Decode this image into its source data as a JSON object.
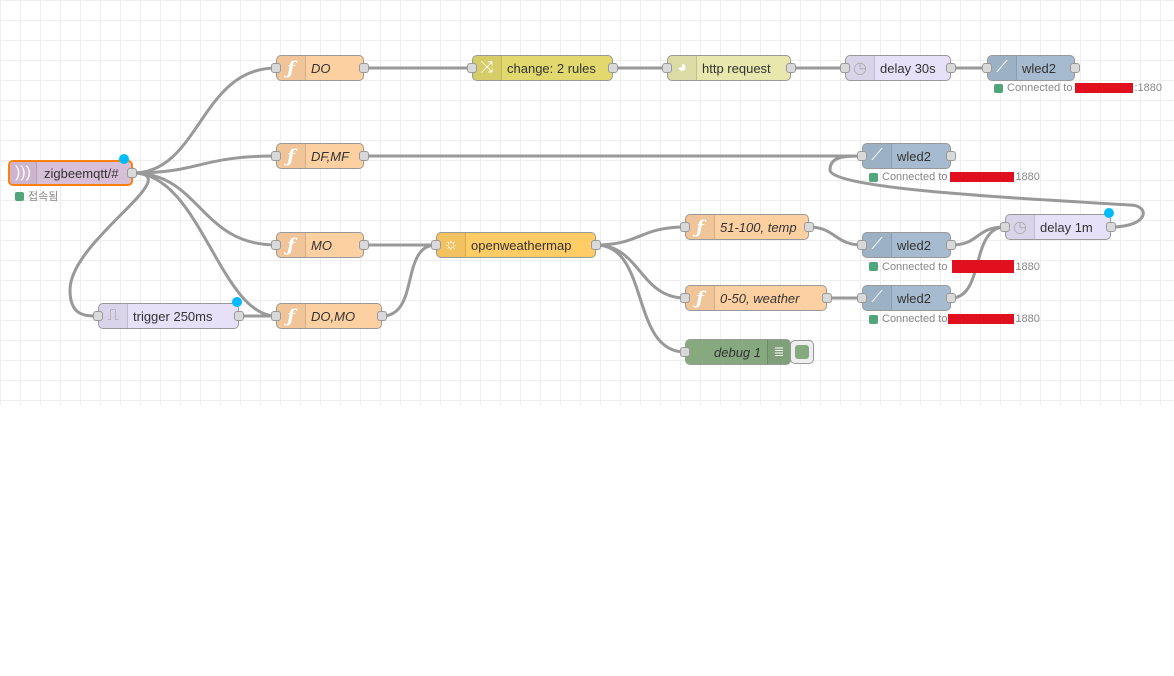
{
  "nodes": {
    "mqtt_in": {
      "label": "zigbeemqtt/#",
      "icon": "mqtt-icon",
      "color": "#d8bfd8",
      "status": "접속됨"
    },
    "fn_do": {
      "label": "DO",
      "icon": "function-icon",
      "color": "#fdd0a2"
    },
    "fn_dfmf": {
      "label": "DF,MF",
      "icon": "function-icon",
      "color": "#fdd0a2"
    },
    "fn_mo": {
      "label": "MO",
      "icon": "function-icon",
      "color": "#fdd0a2"
    },
    "fn_domo": {
      "label": "DO,MO",
      "icon": "function-icon",
      "color": "#fdd0a2"
    },
    "trigger": {
      "label": "trigger 250ms",
      "icon": "trigger-icon",
      "color": "#e6e0f8"
    },
    "change": {
      "label": "change: 2 rules",
      "icon": "shuffle-icon",
      "color": "#e2d96e"
    },
    "http": {
      "label": "http request",
      "icon": "globe-icon",
      "color": "#e7e7ae"
    },
    "delay30": {
      "label": "delay 30s",
      "icon": "timer-icon",
      "color": "#e6e0f8"
    },
    "wled_top": {
      "label": "wled2",
      "icon": "wled-icon",
      "color": "#a6bbcf",
      "status_prefix": "Connected to",
      "status_suffix": ":1880"
    },
    "wled_dfmf": {
      "label": "wled2",
      "icon": "wled-icon",
      "color": "#a6bbcf",
      "status_prefix": "Connected to",
      "status_suffix": "1880"
    },
    "owm": {
      "label": "openweathermap",
      "icon": "sun-icon",
      "color": "#ffcc66"
    },
    "fn_temp": {
      "label": "51-100, temp",
      "icon": "function-icon",
      "color": "#fdd0a2"
    },
    "fn_weather": {
      "label": "0-50, weather",
      "icon": "function-icon",
      "color": "#fdd0a2"
    },
    "wled_temp": {
      "label": "wled2",
      "icon": "wled-icon",
      "color": "#a6bbcf",
      "status_prefix": "Connected to",
      "status_suffix": "1880"
    },
    "wled_weather": {
      "label": "wled2",
      "icon": "wled-icon",
      "color": "#a6bbcf",
      "status_prefix": "Connected to",
      "status_suffix": "1880"
    },
    "delay1m": {
      "label": "delay 1m",
      "icon": "timer-icon",
      "color": "#e6e0f8"
    },
    "debug": {
      "label": "debug 1",
      "icon": "list-icon",
      "color": "#87a980"
    }
  },
  "colors": {
    "wire": "#999999",
    "changed_indicator": "#00bcff",
    "status_connected": "#4fa67a",
    "redaction": "#e0101e",
    "selected_border": "#ff7f0e"
  }
}
